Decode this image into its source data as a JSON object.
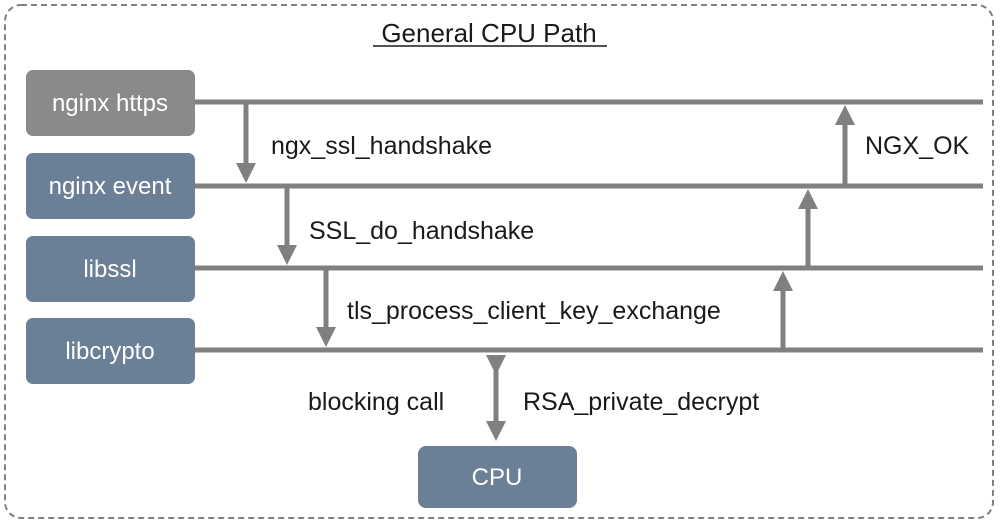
{
  "title": "General CPU Path",
  "colors": {
    "layer_box": "#6b7f96",
    "https_box": "#8a8a8a",
    "line": "#808080",
    "frame": "#808080",
    "text": "#1a1a1a"
  },
  "layers": [
    {
      "id": "nginx-https",
      "label": "nginx https"
    },
    {
      "id": "nginx-event",
      "label": "nginx event"
    },
    {
      "id": "libssl",
      "label": "libssl"
    },
    {
      "id": "libcrypto",
      "label": "libcrypto"
    }
  ],
  "cpu": {
    "label": "CPU"
  },
  "calls": {
    "down": [
      "ngx_ssl_handshake",
      "SSL_do_handshake",
      "tls_process_client_key_exchange"
    ],
    "return": "NGX_OK",
    "blocking": "blocking call",
    "rsa": "RSA_private_decrypt"
  }
}
